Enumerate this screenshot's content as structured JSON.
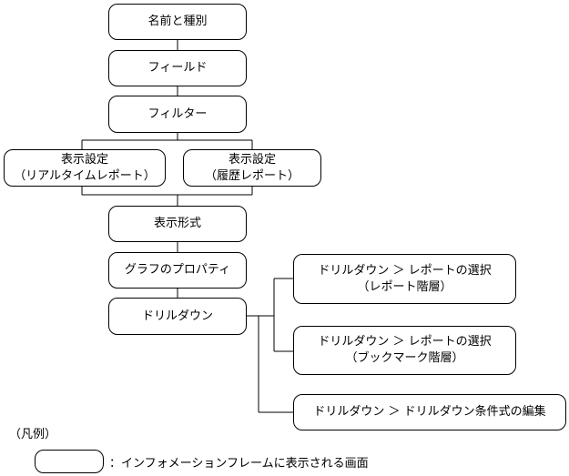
{
  "nodes": {
    "name_type": "名前と種別",
    "field": "フィールド",
    "filter": "フィルター",
    "display_realtime": [
      "表示設定",
      "（リアルタイムレポート）"
    ],
    "display_history": [
      "表示設定",
      "（履歴レポート）"
    ],
    "display_format": "表示形式",
    "graph_properties": "グラフのプロパティ",
    "drilldown": "ドリルダウン",
    "drilldown_report_hierarchy": [
      "ドリルダウン ＞ レポートの選択",
      "（レポート階層）"
    ],
    "drilldown_bookmark_hierarchy": [
      "ドリルダウン ＞ レポートの選択",
      "（ブックマーク階層）"
    ],
    "drilldown_condition_edit": "ドリルダウン ＞ ドリルダウン条件式の編集"
  },
  "legend": {
    "title": "（凡例）",
    "description": "：インフォメーションフレームに表示される画面"
  }
}
